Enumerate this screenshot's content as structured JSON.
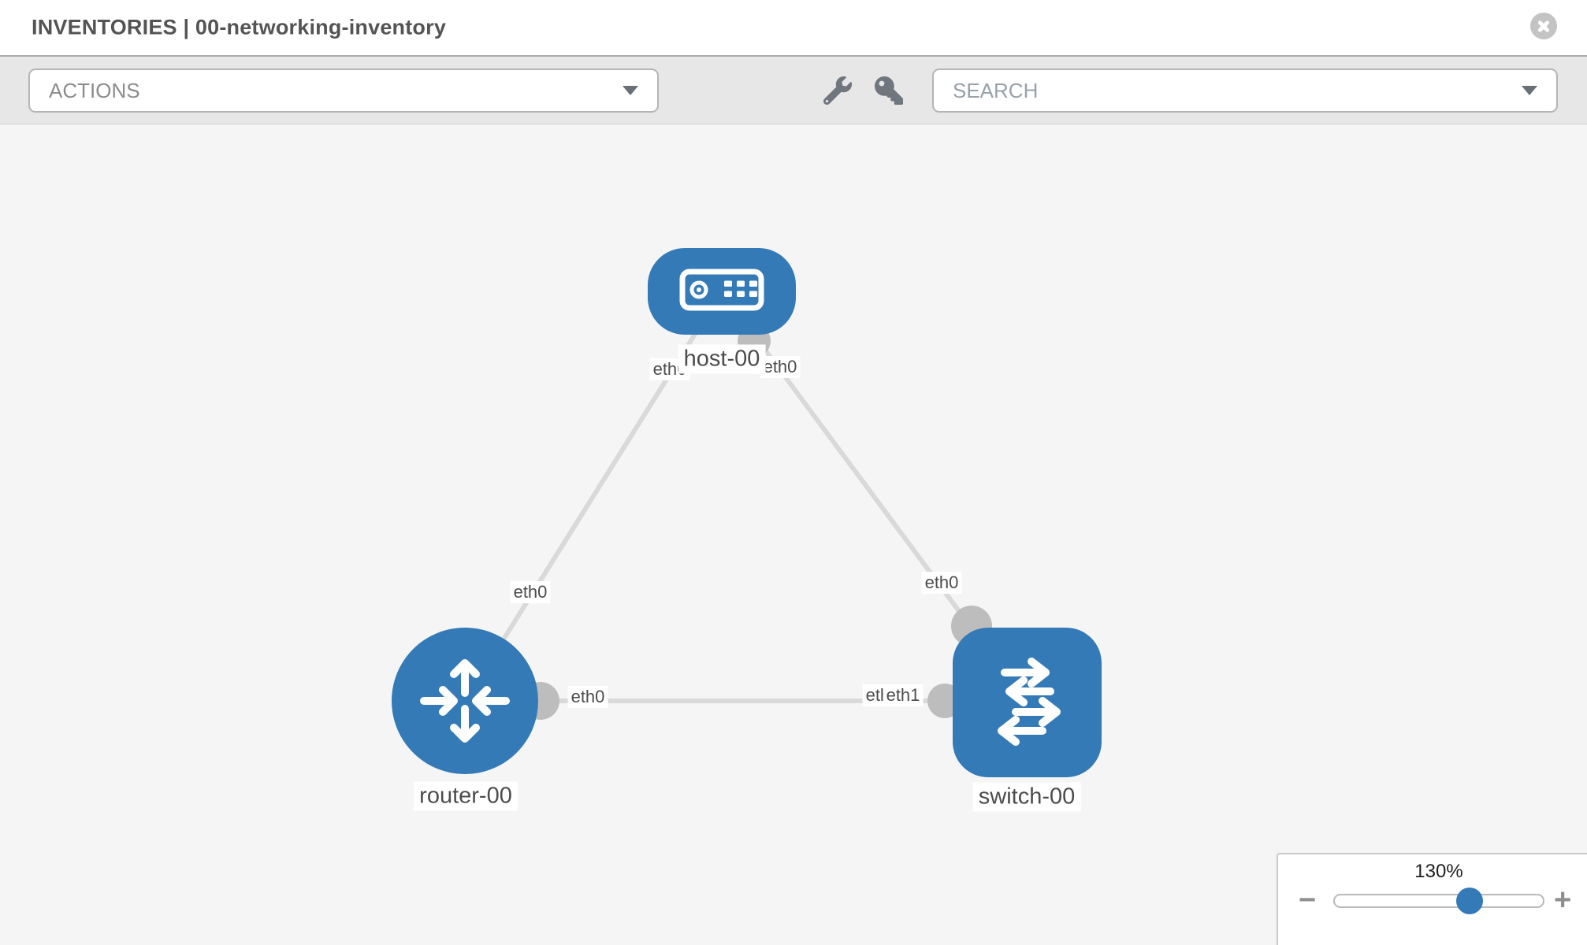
{
  "header": {
    "title": "INVENTORIES | 00-networking-inventory"
  },
  "toolbar": {
    "actions_value": "ACTIONS",
    "search_value": "SEARCH",
    "icons": [
      "wrench-icon",
      "key-icon"
    ]
  },
  "canvas": {
    "nodes": [
      {
        "label": "host-00",
        "type": "host",
        "shape": "rounded-rect",
        "icon": "host-device-icon"
      },
      {
        "label": "router-00",
        "type": "router",
        "shape": "circle",
        "icon": "router-arrows-icon"
      },
      {
        "label": "switch-00",
        "type": "switch",
        "shape": "rounded-square",
        "icon": "switch-arrows-icon"
      }
    ],
    "links": [
      {
        "from": "host-00",
        "to": "router-00",
        "from_if": "eth0",
        "to_if": "eth0"
      },
      {
        "from": "host-00",
        "to": "switch-00",
        "from_if": "eth0",
        "to_if": "eth0"
      },
      {
        "from": "router-00",
        "to": "switch-00",
        "from_if": "eth0",
        "to_if": "eth1",
        "to_if_duplicate": "eth1"
      }
    ]
  },
  "zoom": {
    "level": "130%",
    "minus": "−",
    "plus": "+"
  },
  "colors": {
    "node_blue": "#337ab7",
    "link_gray": "#d9d9d9",
    "endpoint_gray": "#bdbdbd",
    "toolbar_bg": "#e7e7e7",
    "canvas_bg": "#f5f5f5",
    "title_gray": "#545454",
    "slider_thumb_blue": "#337ab7"
  }
}
